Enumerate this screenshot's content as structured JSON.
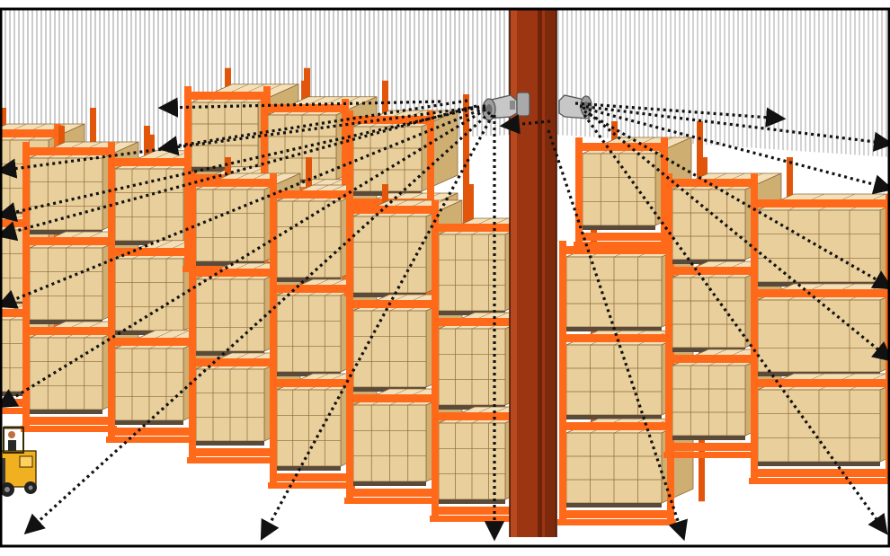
{
  "illustration": {
    "subject": "warehouse-pallet-racking-with-column-mounted-speakers",
    "colors": {
      "rack_orange": "#ff6a1a",
      "rack_orange_dark": "#e2560c",
      "box_face": "#e9cf9b",
      "box_top": "#f4e0b8",
      "box_side": "#cfae72",
      "box_line": "#8c6a3a",
      "pallet_dark": "#5a4a3a",
      "column_brown": "#9b3512",
      "column_dark": "#6e220a",
      "wall_line": "#9a9a9a",
      "speaker_gray": "#b9b9b9",
      "arrow_black": "#111111",
      "forklift_yellow": "#f0b020",
      "frame_black": "#000000"
    },
    "icons": [
      "speaker-icon",
      "speaker-icon",
      "forklift-icon"
    ],
    "speaker_count": 2,
    "sound_path_count": 18
  }
}
